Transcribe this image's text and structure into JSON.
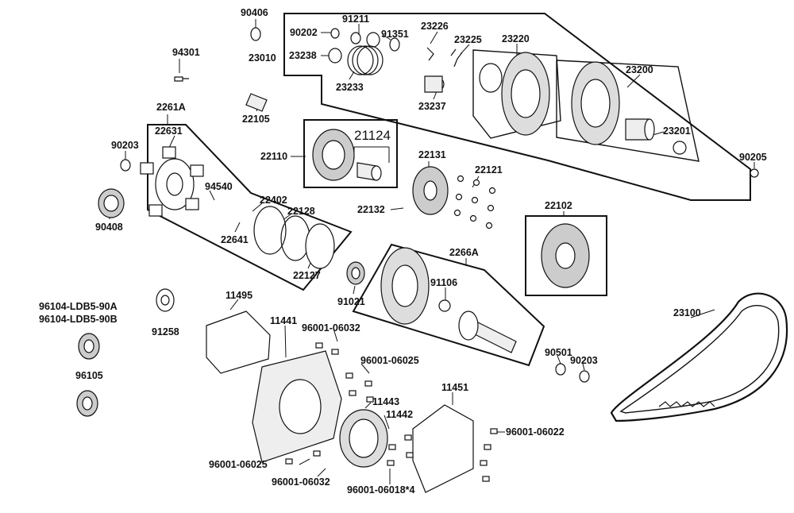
{
  "labels": {
    "p90406": "90406",
    "p23010": "23010",
    "p94301": "94301",
    "p90202": "90202",
    "p91211": "91211",
    "p91351": "91351",
    "p23238": "23238",
    "p23233": "23233",
    "p23226": "23226",
    "p23225": "23225",
    "p23220": "23220",
    "p23237": "23237",
    "p23200": "23200",
    "p23201": "23201",
    "p90205": "90205",
    "p22105": "22105",
    "p2261A": "2261A",
    "p22631": "22631",
    "p90203a": "90203",
    "p94540": "94540",
    "p22402": "22402",
    "p22128": "22128",
    "p22641": "22641",
    "p22127": "22127",
    "p90408": "90408",
    "p22110": "22110",
    "p21124": "21124",
    "p22131": "22131",
    "p22121": "22121",
    "p22132": "22132",
    "p22102": "22102",
    "p2266A": "2266A",
    "p91106": "91106",
    "p91021": "91021",
    "p11495": "11495",
    "p96104a": "96104-LDB5-90A",
    "p96104b": "96104-LDB5-90B",
    "p91258": "91258",
    "p11441": "11441",
    "p96001_06032a": "96001-06032",
    "p96001_06025a": "96001-06025",
    "p96105": "96105",
    "p11443": "11443",
    "p11442": "11442",
    "p11451": "11451",
    "p96001_06022": "96001-06022",
    "p96001_06025b": "96001-06025",
    "p96001_06032b": "96001-06032",
    "p96001_06018": "96001-06018*4",
    "p23100": "23100",
    "p90501": "90501",
    "p90203b": "90203"
  }
}
